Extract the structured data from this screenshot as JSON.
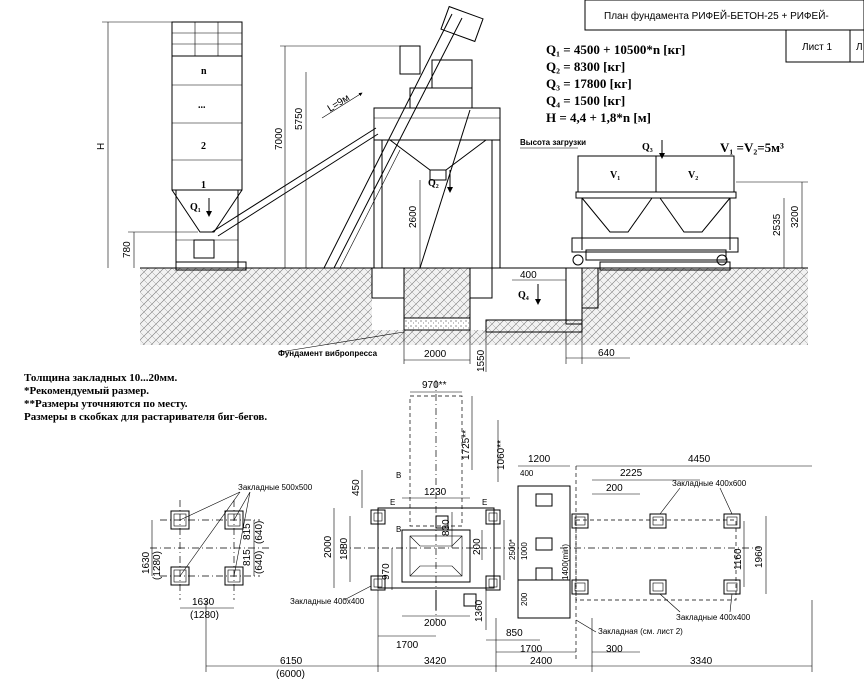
{
  "title_block": {
    "title": "План фундамента РИФЕЙ-БЕТОН-25 + РИФЕЙ-",
    "sheet": "Лист 1",
    "sheet_cut": "Л"
  },
  "formulas": {
    "q1": "Q₁ = 4500 + 10500*n [кг]",
    "q2": "Q₂ = 8300 [кг]",
    "q3": "Q₃ = 17800 [кг]",
    "q4": "Q₄ = 1500 [кг]",
    "h": "H = 4,4 + 1,8*n [м]",
    "v": "V₁ =V₂=5м³"
  },
  "elevation": {
    "silo_n": "n",
    "silo_dots": "...",
    "silo_2": "2",
    "silo_1": "1",
    "q1_label": "Q₁",
    "q2_label": "Q₂",
    "q3_label": "Q₃",
    "q4_label": "Q₄",
    "v1": "V₁",
    "v2": "V₂",
    "dim_h": "H",
    "dim_780": "780",
    "dim_7000": "7000",
    "dim_5750": "5750",
    "dim_l": "L=9м",
    "dim_2600": "2600",
    "dim_2535": "2535",
    "dim_3200": "3200",
    "dim_400": "400",
    "dim_2000": "2000",
    "dim_1550": "1550",
    "dim_640": "640",
    "load_height": "Высота загрузки",
    "vibropress": "Фундамент вибропресса"
  },
  "notes": {
    "n1": "Толщина закладных 10...20мм.",
    "n2": "*Рекомендуемый размер.",
    "n3": "**Размеры уточняются по месту.",
    "n4": "Размеры в скобках для растаривателя биг-бегов."
  },
  "plan": {
    "embed_500": "Закладные 500х500",
    "embed_400_left": "Закладные 400х400",
    "embed_400_600": "Закладные 400х600",
    "embed_400_right": "Закладные 400х400",
    "embed_sheet2": "Закладная (см. лист 2)",
    "d_1630_v": "1630",
    "d_1280_v": "(1280)",
    "d_815a": "815",
    "d_815b": "815",
    "d_640a": "(640)",
    "d_640b": "(640)",
    "d_1630_h": "1630",
    "d_1280_h": "(1280)",
    "d_970s": "970**",
    "d_1725": "1725**",
    "d_1060": "1060**",
    "d_450": "450",
    "d_1230": "1230",
    "d_2000v": "2000",
    "d_1880": "1880",
    "d_970": "970",
    "d_830": "830",
    "d_200": "200",
    "d_2500": "2500*",
    "d_1360": "1360",
    "d_2000h": "2000",
    "d_1700a": "1700",
    "d_1200": "1200",
    "d_400": "400",
    "d_1000": "1000",
    "d_1400": "1400(min)",
    "d_200b": "200",
    "d_850": "850",
    "d_1700b": "1700",
    "d_300": "300",
    "d_4450": "4450",
    "d_2225": "2225",
    "d_200c": "200",
    "d_1160": "1160",
    "d_1960": "1960",
    "d_6150": "6150",
    "d_6000": "(6000)",
    "d_3420": "3420",
    "d_2400": "2400",
    "d_3340": "3340",
    "l_b1": "B",
    "l_b2": "B",
    "l_e1": "E",
    "l_e2": "E"
  }
}
